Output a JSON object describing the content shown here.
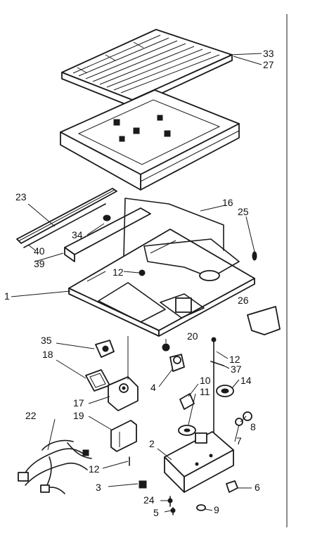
{
  "callouts": [
    {
      "key": "33",
      "label": "33"
    },
    {
      "key": "27",
      "label": "27"
    },
    {
      "key": "23",
      "label": "23"
    },
    {
      "key": "16",
      "label": "16"
    },
    {
      "key": "25",
      "label": "25"
    },
    {
      "key": "34",
      "label": "34"
    },
    {
      "key": "40",
      "label": "40"
    },
    {
      "key": "39",
      "label": "39"
    },
    {
      "key": "12a",
      "label": "12"
    },
    {
      "key": "1",
      "label": "1"
    },
    {
      "key": "26",
      "label": "26"
    },
    {
      "key": "35",
      "label": "35"
    },
    {
      "key": "18",
      "label": "18"
    },
    {
      "key": "20",
      "label": "20"
    },
    {
      "key": "12b",
      "label": "12"
    },
    {
      "key": "37",
      "label": "37"
    },
    {
      "key": "4",
      "label": "4"
    },
    {
      "key": "10",
      "label": "10"
    },
    {
      "key": "14",
      "label": "14"
    },
    {
      "key": "11",
      "label": "11"
    },
    {
      "key": "17",
      "label": "17"
    },
    {
      "key": "19",
      "label": "19"
    },
    {
      "key": "8",
      "label": "8"
    },
    {
      "key": "22",
      "label": "22"
    },
    {
      "key": "7",
      "label": "7"
    },
    {
      "key": "2",
      "label": "2"
    },
    {
      "key": "12c",
      "label": "12"
    },
    {
      "key": "3",
      "label": "3"
    },
    {
      "key": "6",
      "label": "6"
    },
    {
      "key": "24",
      "label": "24"
    },
    {
      "key": "5",
      "label": "5"
    },
    {
      "key": "9",
      "label": "9"
    }
  ]
}
